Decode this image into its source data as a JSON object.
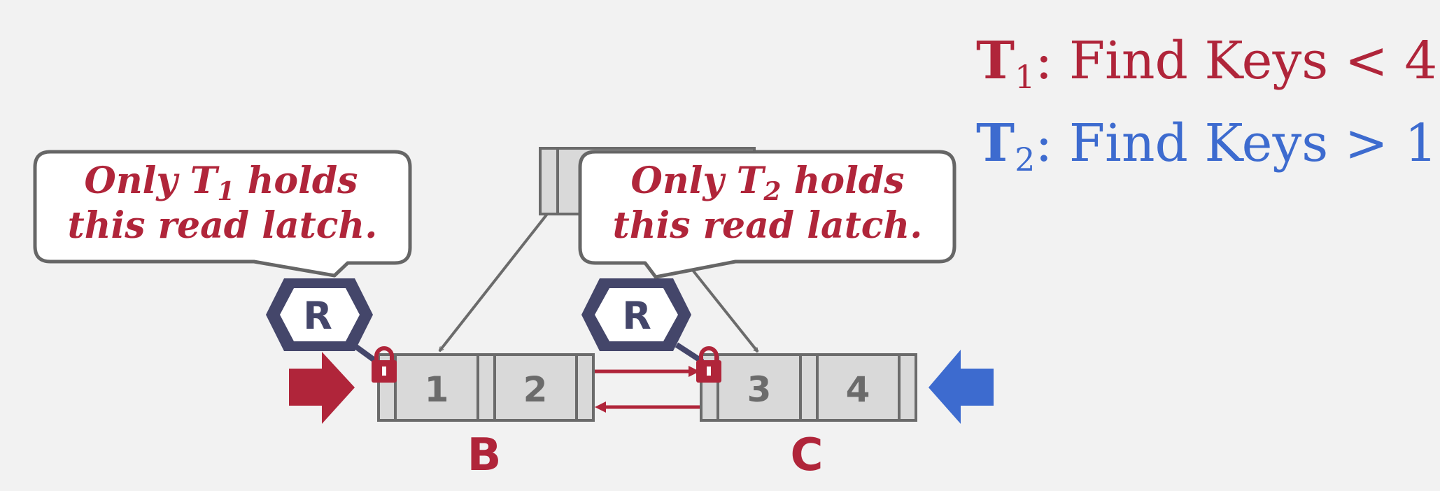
{
  "legend": {
    "t1": {
      "name": "T",
      "sub": "1",
      "text": ": Find Keys < 4",
      "color": "#b0253a"
    },
    "t2": {
      "name": "T",
      "sub": "2",
      "text": ": Find Keys > 1",
      "color": "#3d6bcf"
    }
  },
  "bubbles": {
    "left": {
      "line1_pre": "Only T",
      "line1_sub": "1",
      "line1_post": " holds",
      "line2": "this read latch."
    },
    "right": {
      "line1_pre": "Only T",
      "line1_sub": "2",
      "line1_post": " holds",
      "line2": "this read latch."
    }
  },
  "latches": {
    "left": "R",
    "right": "R"
  },
  "leaves": {
    "b": {
      "label": "B",
      "keys": [
        "1",
        "2"
      ]
    },
    "c": {
      "label": "C",
      "keys": [
        "3",
        "4"
      ]
    }
  },
  "colors": {
    "t1": "#b0253a",
    "t2": "#3d6bcf",
    "node_fill": "#d9d9d9",
    "node_stroke": "#6b6b6b",
    "latch_stroke": "#44466a"
  }
}
